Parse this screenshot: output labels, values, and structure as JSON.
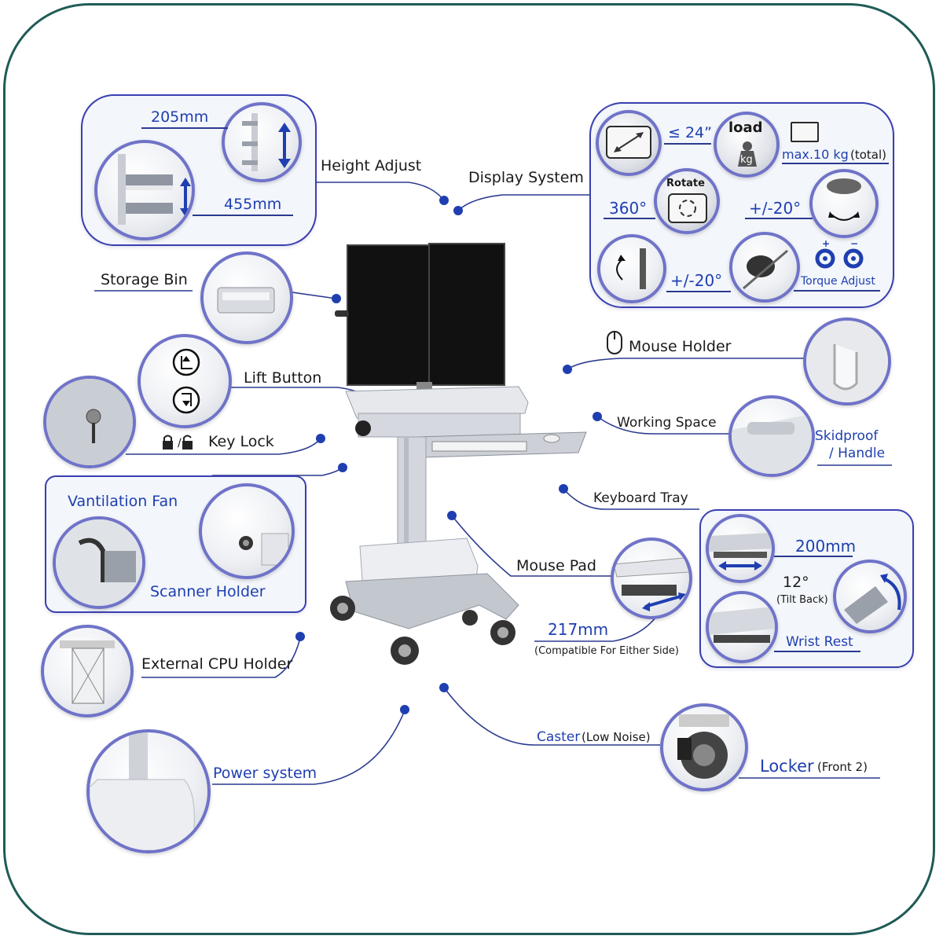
{
  "labels": {
    "height_adjust": "Height Adjust",
    "height_205": "205mm",
    "height_455": "455mm",
    "display_system": "Display System",
    "display_size": "≤ 24”",
    "load": "load",
    "kg": "kg",
    "max_load": "max.10 kg",
    "total": "(total)",
    "rotate": "Rotate",
    "rotate_deg": "360°",
    "tilt_deg_1": "+/-20°",
    "tilt_deg_2": "+/-20°",
    "torque_adjust": "Torque Adjust",
    "storage_bin": "Storage Bin",
    "lift_button": "Lift Button",
    "key_lock": "Key Lock",
    "key_lock_slash": "/",
    "mouse_holder": "Mouse Holder",
    "working_space": "Working Space",
    "skidproof": "Skidproof",
    "handle": "/ Handle",
    "keyboard_tray": "Keyboard Tray",
    "ventilation_fan": "Vantilation Fan",
    "scanner_holder": "Scanner  Holder",
    "mouse_pad": "Mouse Pad",
    "mouse_pad_217": "217mm",
    "compatible": "(Compatible For Either Side)",
    "tray_200": "200mm",
    "tilt_12": "12°",
    "tilt_back": "(Tilt Back)",
    "wrist_rest": "Wrist Rest",
    "external_cpu": "External CPU Holder",
    "power_system": "Power system",
    "caster": "Caster",
    "low_noise": "(Low Noise)",
    "locker": "Locker",
    "front_2": "(Front 2)"
  },
  "colors": {
    "frame": "#1f5b56",
    "accent_blue": "#1f3fb0",
    "panel_border": "#3a3fb0",
    "dot": "#1f3fb0"
  },
  "icons": [
    "up-down-arrow-icon",
    "lift-up-icon",
    "lift-down-icon",
    "padlock-icon",
    "mouse-icon",
    "rotate-icon",
    "weight-icon",
    "torque-icon",
    "monitor-size-icon"
  ]
}
